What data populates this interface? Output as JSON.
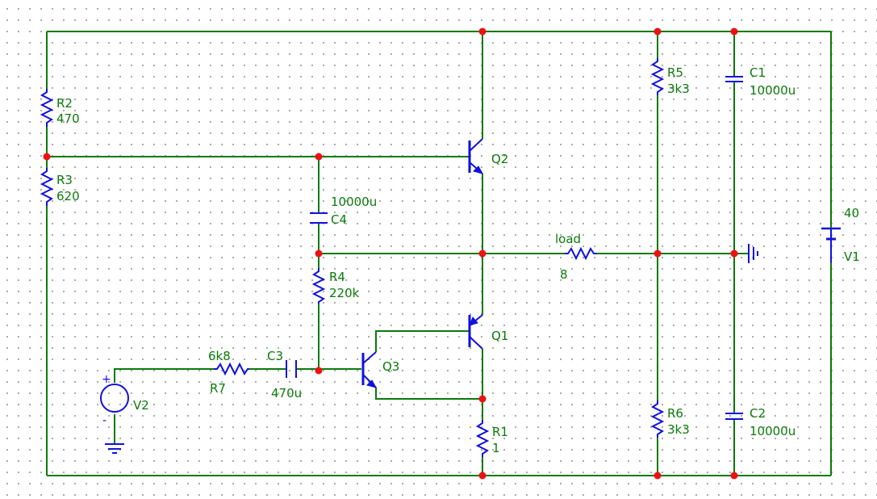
{
  "components": {
    "R2": {
      "ref": "R2",
      "value": "470"
    },
    "R3": {
      "ref": "R3",
      "value": "620"
    },
    "R4": {
      "ref": "R4",
      "value": "220k"
    },
    "R5": {
      "ref": "R5",
      "value": "3k3"
    },
    "R6": {
      "ref": "R6",
      "value": "3k3"
    },
    "R1": {
      "ref": "R1",
      "value": "1"
    },
    "R7": {
      "ref": "R7",
      "value": "6k8"
    },
    "C1": {
      "ref": "C1",
      "value": "10000u"
    },
    "C2": {
      "ref": "C2",
      "value": "10000u"
    },
    "C3": {
      "ref": "C3",
      "value": "470u"
    },
    "C4": {
      "ref": "C4",
      "value": "10000u"
    },
    "Q1": {
      "ref": "Q1"
    },
    "Q2": {
      "ref": "Q2"
    },
    "Q3": {
      "ref": "Q3"
    },
    "V1": {
      "ref": "V1",
      "value": "40"
    },
    "V2": {
      "ref": "V2"
    },
    "load": {
      "ref": "load",
      "value": "8"
    }
  },
  "source_polarity": {
    "plus": "+",
    "minus": "-"
  },
  "colors": {
    "wire": "#0a7a0a",
    "component": "#1010e0",
    "node": "#ee1111",
    "label": "#0a7a0a",
    "grid": "#9a9a9a"
  }
}
